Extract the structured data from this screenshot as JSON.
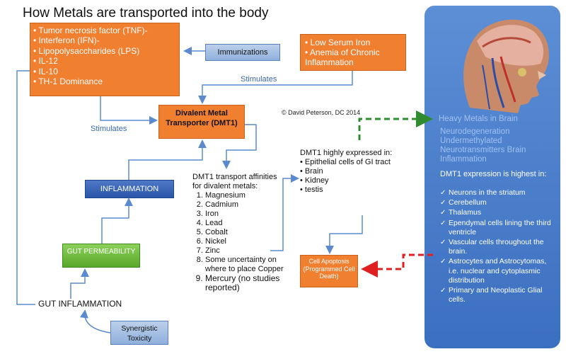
{
  "title": "How Metals are transported into the body",
  "boxes": {
    "cytokines": [
      "Tumor necrosis factor (TNF)-",
      "Interferon (IFN)-",
      "Lipopolysaccharides (LPS)",
      "IL-12",
      "IL-10",
      "TH-1 Dominance"
    ],
    "immunizations": "Immunizations",
    "iron": [
      "Low Serum Iron",
      "Anemia of Chronic Inflammation"
    ],
    "dmt1": "Divalent Metal Transporter (DMT1)",
    "inflammation": "INFLAMMATION",
    "gut_permeability": "GUT PERMEABILITY",
    "gut_inflammation": "GUT INFLAMMATION",
    "synergistic": "Synergistic Toxicity",
    "apoptosis": "Cell Apoptosis (Programmed Cell Death)"
  },
  "labels": {
    "stimulates_top": "Stimulates",
    "stimulates_left": "Stimulates",
    "copyright": "© David Peterson, DC 2014"
  },
  "affinities": {
    "heading": "DMT1 transport affinities for divalent metals:",
    "items": [
      "Magnesium",
      "Cadmium",
      "Iron",
      "Lead",
      "Cobalt",
      "Nickel",
      "Zinc",
      "Some uncertainty on where to place Copper",
      "Mercury (no studies reported)"
    ]
  },
  "expressed": {
    "heading": "DMT1 highly expressed in:",
    "items": [
      "Epithelial cells of GI tract",
      "Brain",
      "Kidney",
      "testis"
    ]
  },
  "panel": {
    "heavy_metals": "Heavy Metals in Brain",
    "neuro": "Neurodegeneration Undermethylated Neurotransmitters Brain Inflammation",
    "expression_heading": "DMT1 expression is highest in:",
    "items": [
      "Neurons in the striatum",
      "Cerebellum",
      "Thalamus",
      "Ependymal cells lining the third ventricle",
      "Vascular cells throughout the brain.",
      "Astrocytes and Astrocytomas, i.e. nuclear and cytoplasmic distribution",
      "Primary and Neoplastic Glial cells."
    ]
  },
  "colors": {
    "orange": "#f07f30",
    "arrow_blue": "#5b8ad0",
    "green_dash": "#2e8b2e",
    "red_dash": "#e02020",
    "panel_blue": "#4a7fcb"
  }
}
